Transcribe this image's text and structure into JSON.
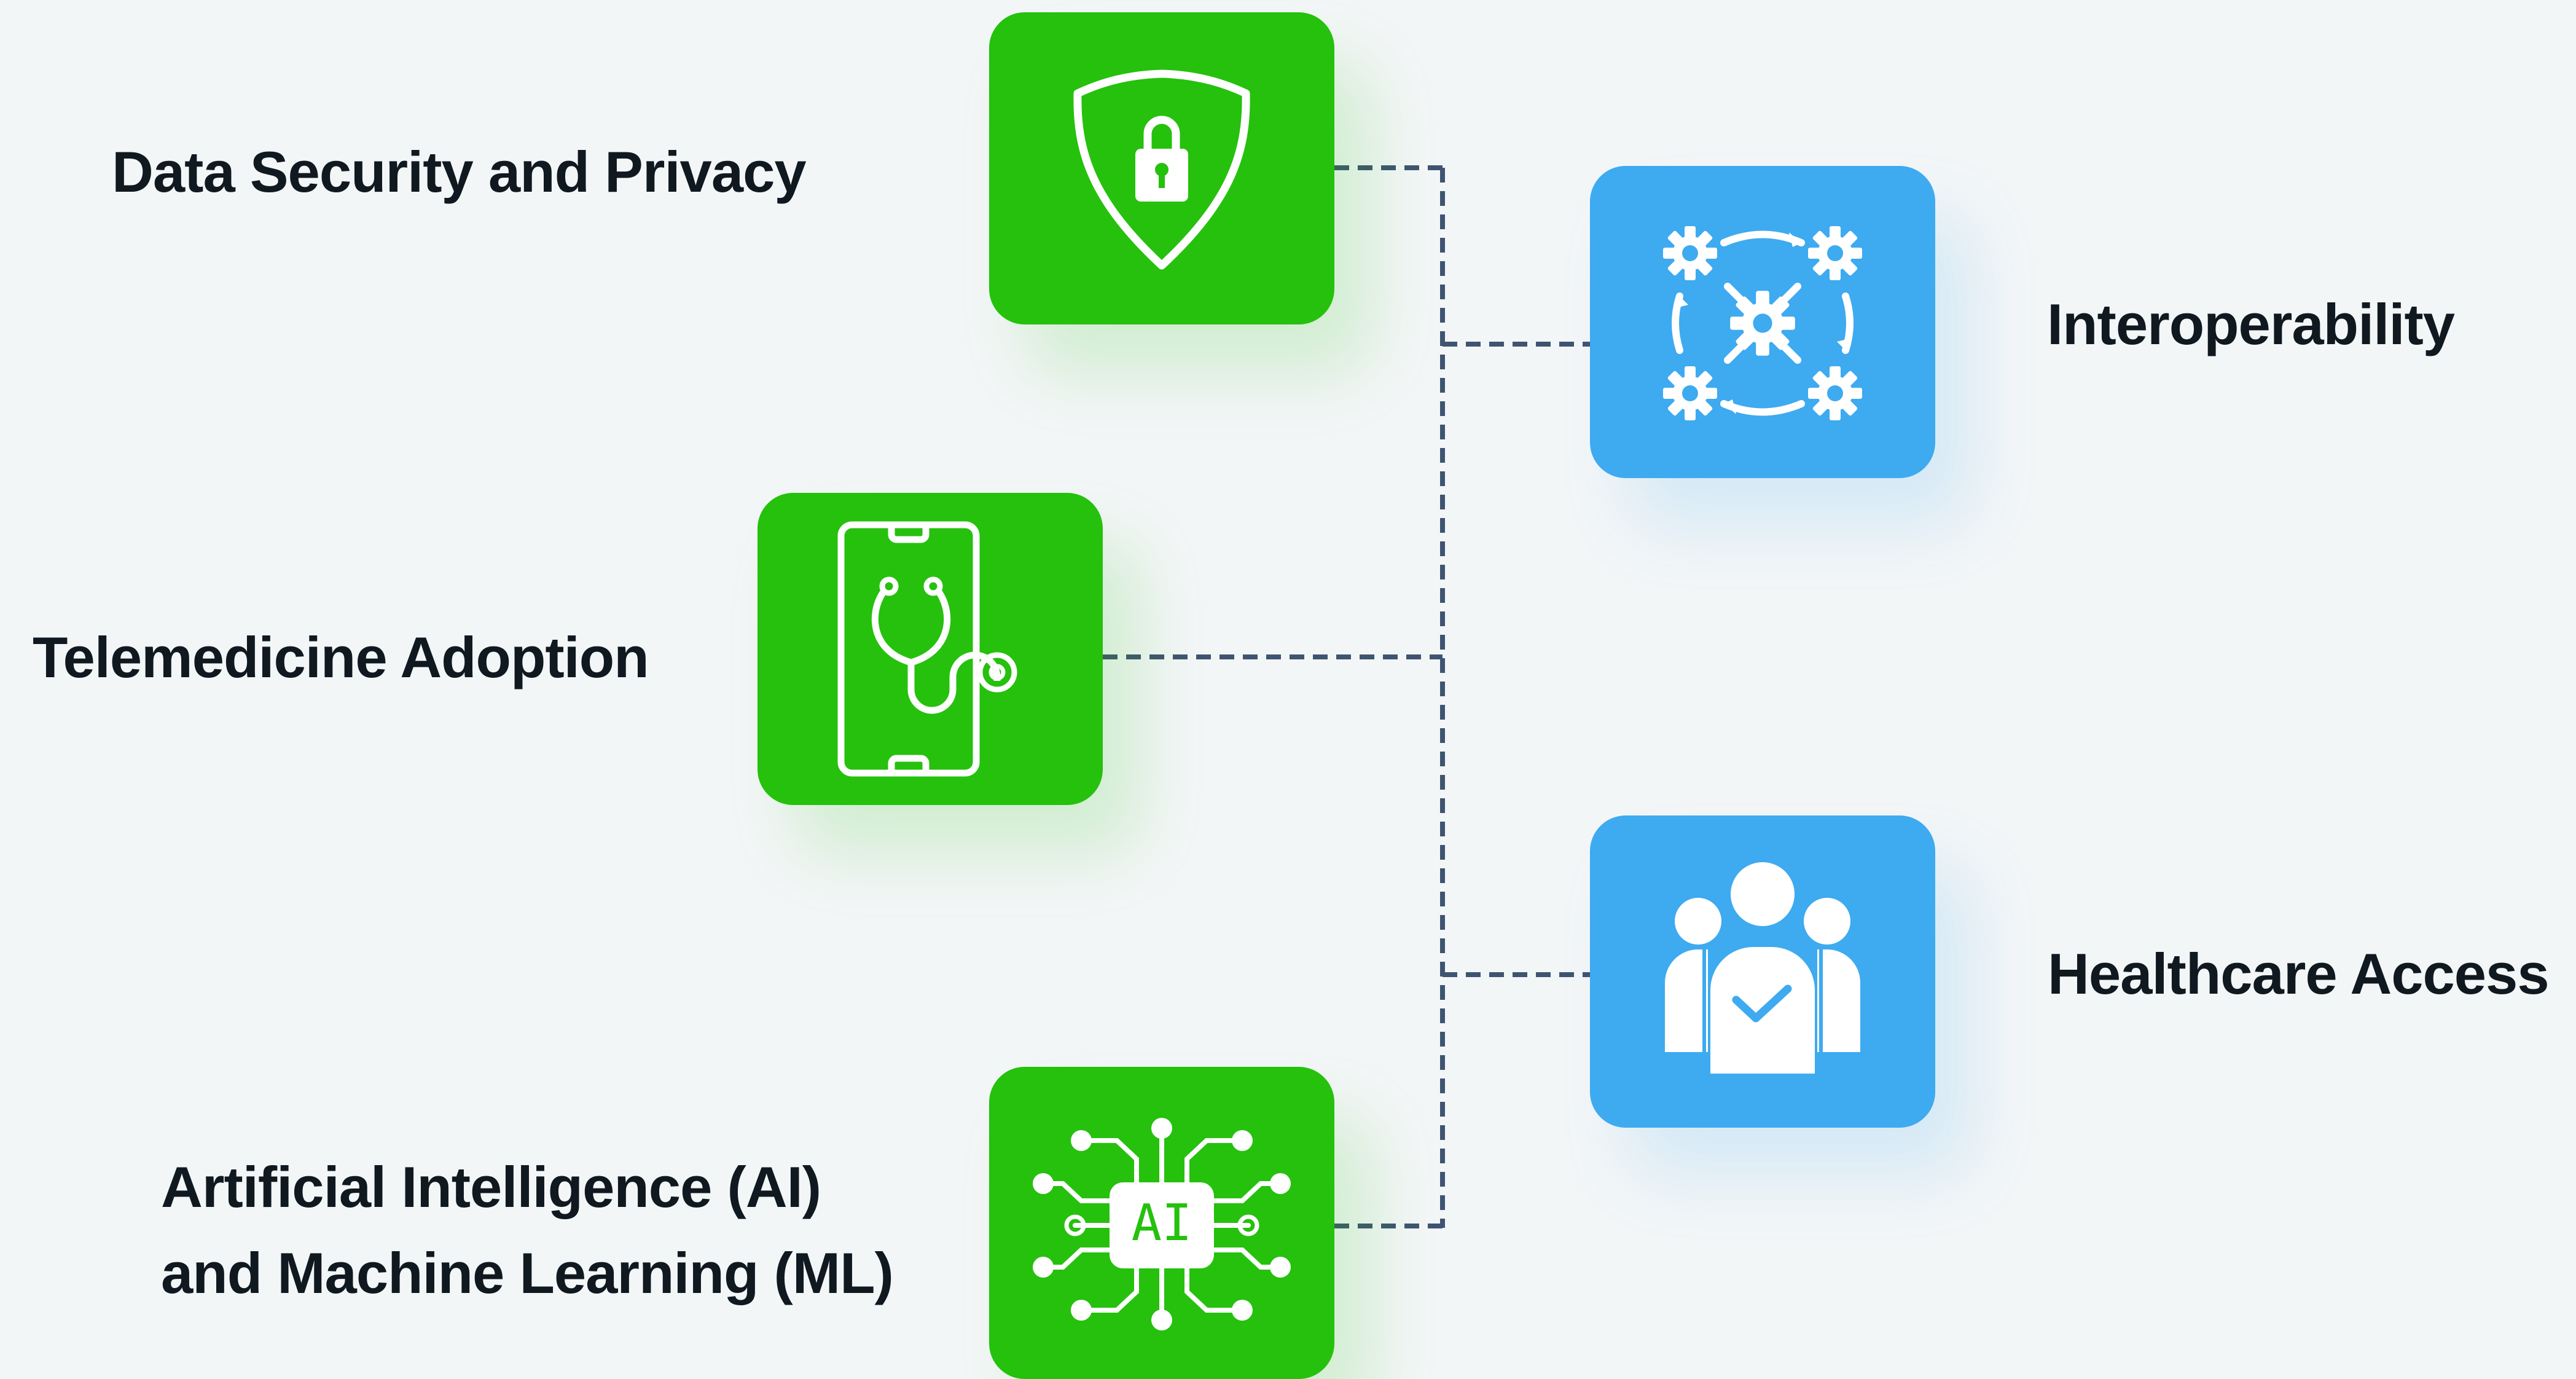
{
  "topics": {
    "data_security": {
      "label": "Data Security and Privacy",
      "icon": "shield-lock-icon",
      "color": "#25c10d"
    },
    "telemedicine": {
      "label": "Telemedicine Adoption",
      "icon": "smartphone-stethoscope-icon",
      "color": "#25c10d"
    },
    "ai_ml": {
      "lines": [
        "Artificial Intelligence (AI)",
        "and Machine Learning (ML)"
      ],
      "icon": "ai-chip-icon",
      "chip_text": "AI",
      "color": "#25c10d"
    },
    "interoperability": {
      "label": "Interoperability",
      "icon": "connected-gears-icon",
      "color": "#3eaaf0"
    },
    "healthcare_access": {
      "label": "Healthcare Access",
      "icon": "group-checkmark-icon",
      "color": "#3eaaf0"
    }
  },
  "colors": {
    "background": "#f3f6f7",
    "connector": "#3f5470",
    "text": "#101820"
  }
}
